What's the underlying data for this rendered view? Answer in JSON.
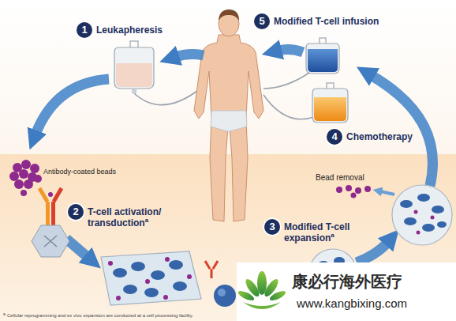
{
  "diagram": {
    "nodes": [
      {
        "text": [
          "1",
          "Leukapheresis"
        ]
      },
      {
        "text": [
          "2",
          "T-cell activation/ transduction",
          "a"
        ]
      },
      {
        "text": [
          "3",
          "Modified T-cell expansion",
          "a"
        ]
      },
      {
        "text": [
          "4",
          "Chemotherapy"
        ]
      },
      {
        "text": [
          "5",
          "Modified T-cell infusion"
        ]
      }
    ],
    "labels": [
      "Antibody-coated beads",
      "Bead removal",
      "a",
      "Cellular reprogramming and ex vivo expansion are conducted at a cell processing facility.",
      "康必行海外医疗",
      "www.kangbixing.com"
    ]
  }
}
